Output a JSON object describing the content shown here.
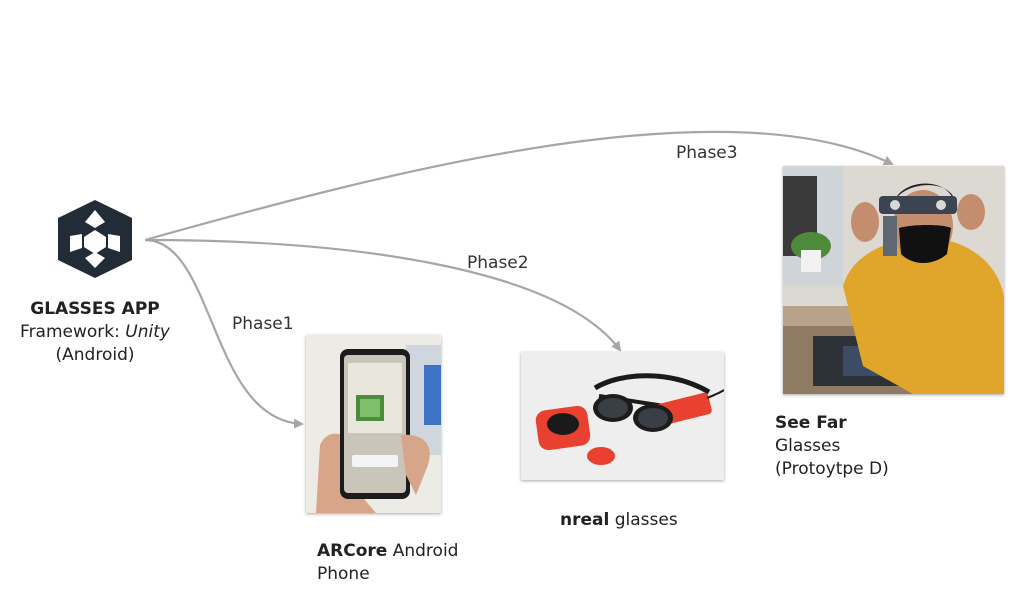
{
  "app": {
    "icon": "unity-logo-icon",
    "title": "GLASSES APP",
    "framework_prefix": "Framework: ",
    "framework_name": "Unity",
    "platform": "(Android)"
  },
  "phases": {
    "phase1": "Phase1",
    "phase2": "Phase2",
    "phase3": "Phase3"
  },
  "devices": {
    "arcore": {
      "bold": "ARCore",
      "rest": " Android",
      "line2": "Phone"
    },
    "nreal": {
      "bold": "nreal",
      "rest": " glasses"
    },
    "seefar": {
      "bold": "See Far",
      "line2": "Glasses",
      "line3": "(Protoytpe D)"
    }
  },
  "colors": {
    "arrow": "#a6a6a6",
    "unity_logo": "#222c37",
    "nreal_red": "#e8412f"
  }
}
